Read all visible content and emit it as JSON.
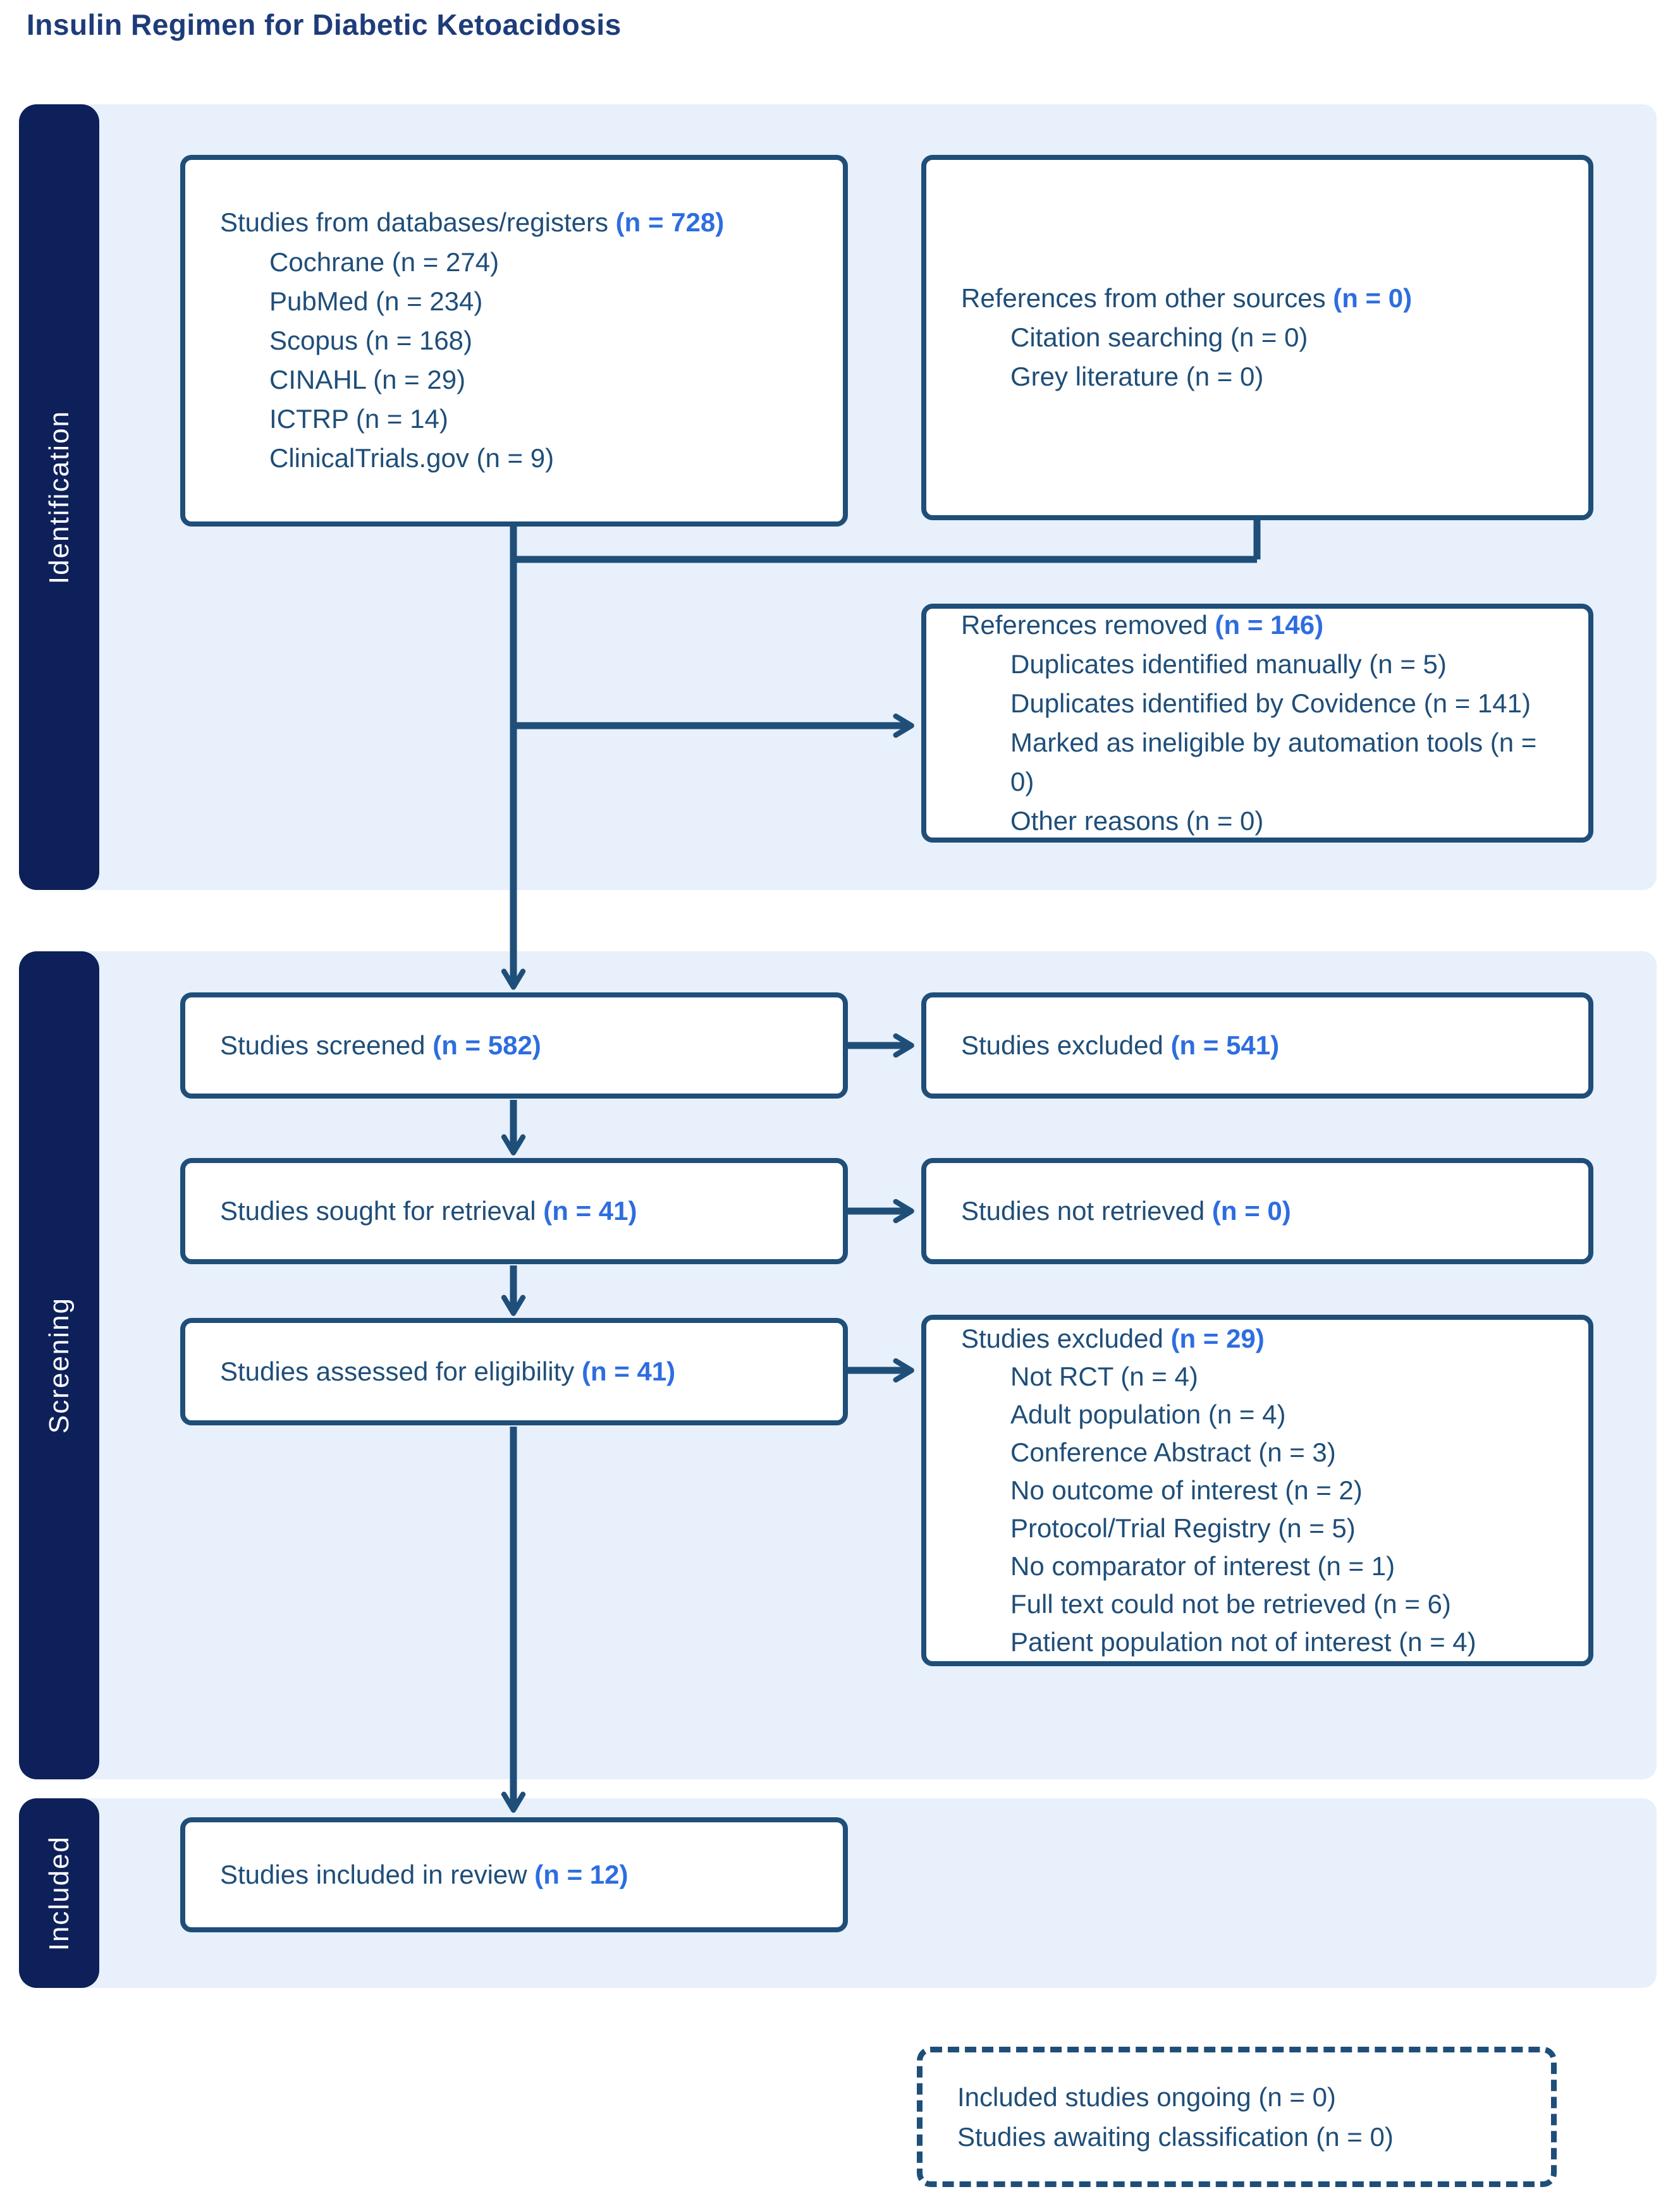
{
  "title": "Insulin Regimen for Diabetic Ketoacidosis",
  "colors": {
    "sidebar_navy": "#0e2059",
    "band_blue": "#e7f0fb",
    "outline_blue": "#1f4e79",
    "text_blue": "#1f4e79",
    "highlight_blue": "#2e6de0"
  },
  "identification": {
    "label": "Identification",
    "databases": {
      "header": "Studies from databases/registers",
      "n": "(n = 728)",
      "items": [
        "Cochrane (n = 274)",
        "PubMed (n = 234)",
        "Scopus (n = 168)",
        "CINAHL (n = 29)",
        "ICTRP (n = 14)",
        "ClinicalTrials.gov (n = 9)"
      ]
    },
    "other_sources": {
      "header": "References from other sources",
      "n": "(n = 0)",
      "items": [
        "Citation searching (n = 0)",
        "Grey literature (n = 0)"
      ]
    },
    "references_removed": {
      "header": "References removed",
      "n": "(n = 146)",
      "items": [
        "Duplicates identified manually (n = 5)",
        "Duplicates identified by Covidence (n = 141)",
        "Marked as ineligible by automation tools (n = 0)",
        "Other reasons (n = 0)"
      ]
    }
  },
  "screening": {
    "label": "Screening",
    "screened": {
      "header": "Studies screened",
      "n": "(n = 582)"
    },
    "excluded": {
      "header": "Studies excluded",
      "n": "(n = 541)"
    },
    "sought": {
      "header": "Studies sought for retrieval",
      "n": "(n = 41)"
    },
    "not_retrieved": {
      "header": "Studies not retrieved",
      "n": "(n = 0)"
    },
    "assessed": {
      "header": "Studies assessed for eligibility",
      "n": "(n = 41)"
    },
    "excluded_reasons": {
      "header": "Studies excluded",
      "n": "(n = 29)",
      "items": [
        "Not RCT (n = 4)",
        "Adult population (n = 4)",
        "Conference Abstract (n = 3)",
        "No outcome of interest (n = 2)",
        "Protocol/Trial Registry (n = 5)",
        "No comparator of interest (n = 1)",
        "Full text could not be retrieved (n = 6)",
        "Patient population not of interest (n = 4)"
      ]
    }
  },
  "included": {
    "label": "Included",
    "included_review": {
      "header": "Studies included in review",
      "n": "(n = 12)"
    },
    "ongoing": {
      "items": [
        "Included studies ongoing (n = 0)",
        "Studies awaiting classification (n = 0)"
      ]
    }
  }
}
